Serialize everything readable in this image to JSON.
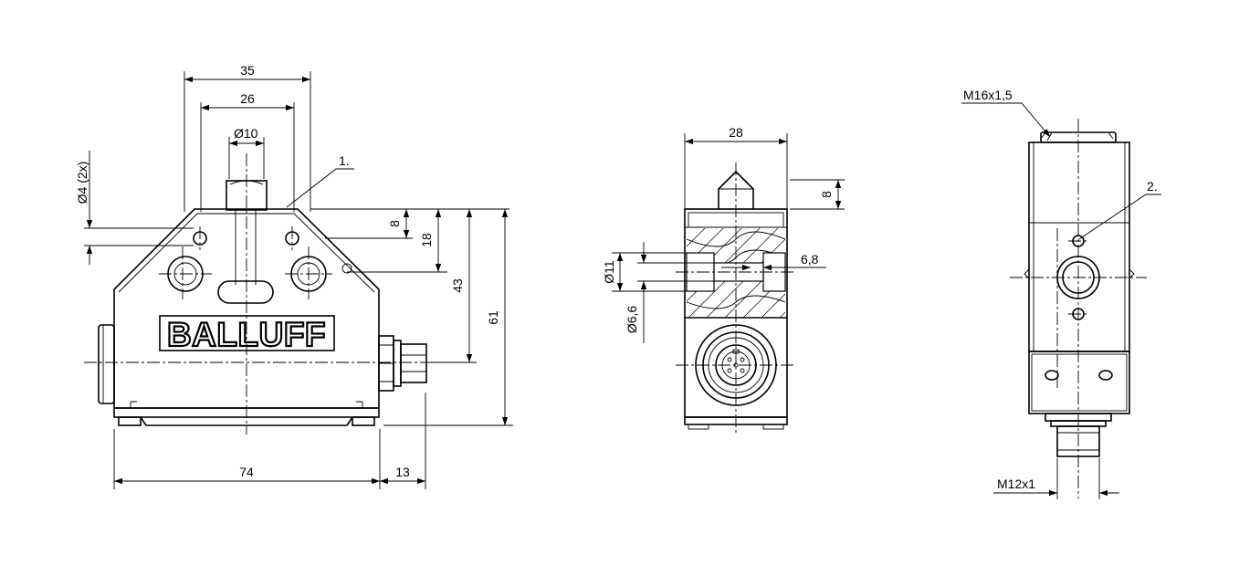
{
  "brand": "BALLUFF",
  "front_view": {
    "dims": {
      "d35": "35",
      "d26": "26",
      "d10": "10",
      "d4": "4 (2x)",
      "d8": "8",
      "d18": "18",
      "d43": "43",
      "d61": "61",
      "d74": "74",
      "d13": "13"
    },
    "callout": "1."
  },
  "side_view": {
    "dims": {
      "d28": "28",
      "d8": "8",
      "d68": "6,8",
      "d11": "11",
      "d66": "6,6"
    }
  },
  "end_view": {
    "dims": {
      "thread_top": "M16x1,5",
      "thread_bottom": "M12x1"
    },
    "callout": "2."
  },
  "symbols": {
    "diameter": "Ø"
  }
}
